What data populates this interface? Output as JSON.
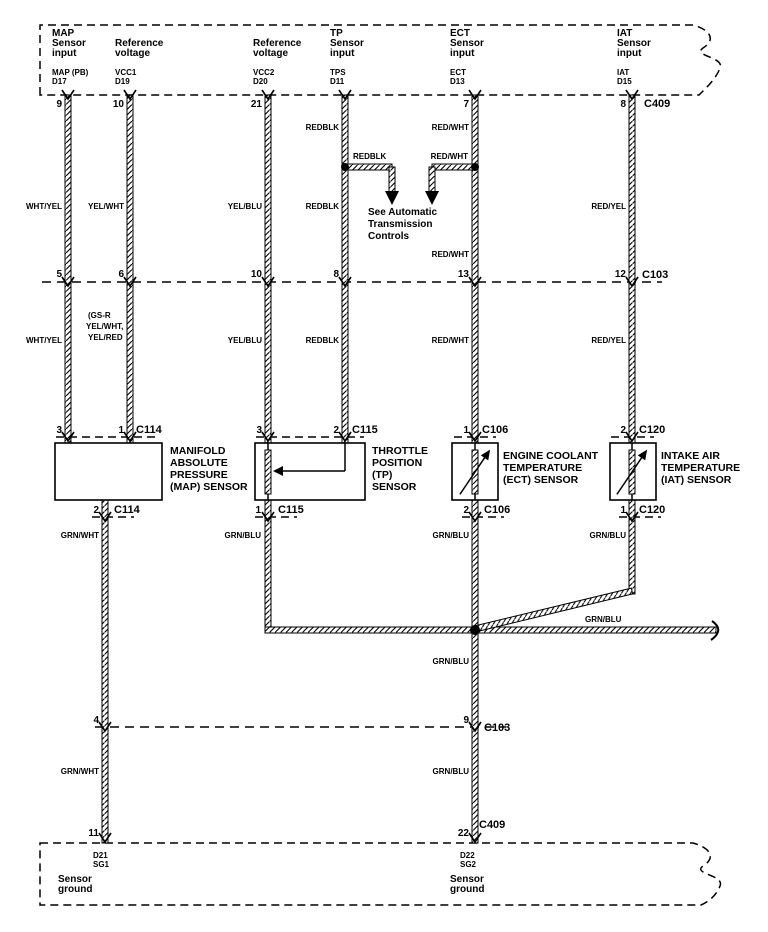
{
  "palette": {
    "ink": "#000000",
    "paper": "#ffffff"
  },
  "top_band": {
    "connector": "C409",
    "col_map": {
      "t1": "MAP",
      "t2": "Sensor",
      "t3": "input",
      "code1": "MAP (PB)",
      "code2": "D17",
      "pin": "9"
    },
    "col_vcc1": {
      "t2": "Reference",
      "t3": "voltage",
      "code1": "VCC1",
      "code2": "D19",
      "pin": "10"
    },
    "col_vcc2": {
      "t2": "Reference",
      "t3": "voltage",
      "code1": "VCC2",
      "code2": "D20",
      "pin": "21"
    },
    "col_tps": {
      "t1": "TP",
      "t2": "Sensor",
      "t3": "input",
      "code1": "TPS",
      "code2": "D11"
    },
    "col_ect": {
      "t1": "ECT",
      "t2": "Sensor",
      "t3": "input",
      "code1": "ECT",
      "code2": "D13",
      "pin": "7"
    },
    "col_iat": {
      "t1": "IAT",
      "t2": "Sensor",
      "t3": "input",
      "code1": "IAT",
      "code2": "D15",
      "pin": "8"
    }
  },
  "wire_colors": {
    "map_in": "WHT/YEL",
    "vcc1": "YEL/WHT",
    "vcc1_lower1": "(GS-R",
    "vcc1_lower2": "YEL/WHT,",
    "vcc1_lower3": "YEL/RED",
    "vcc2": "YEL/BLU",
    "tps": "REDBLK",
    "ect": "RED/WHT",
    "iat": "RED/YEL",
    "map_out": "GRN/WHT",
    "tp_out": "GRN/BLU",
    "ect_out": "GRN/BLU",
    "iat_out": "GRN/BLU",
    "ground_bus": "GRN/BLU"
  },
  "note": {
    "line1": "See Automatic",
    "line2": "Transmission",
    "line3": "Controls"
  },
  "c103": {
    "label": "C103",
    "pin_map": "5",
    "pin_vcc1": "6",
    "pin_vcc2": "10",
    "pin_tps": "8",
    "pin_ect": "13",
    "pin_iat": "12"
  },
  "c103_lower": {
    "label": "C103",
    "pin_map": "4",
    "pin_ect": "9"
  },
  "c409_lower": {
    "label": "C409",
    "pin_map": "11",
    "pin_ect": "22"
  },
  "sensor_connectors": {
    "c114": {
      "label": "C114",
      "pin_in1": "3",
      "pin_in2": "1",
      "pin_out": "2"
    },
    "c115": {
      "label": "C115",
      "pin_in1": "3",
      "pin_in2": "2",
      "pin_out": "1"
    },
    "c106": {
      "label": "C106",
      "pin_in": "1",
      "pin_out": "2"
    },
    "c120": {
      "label": "C120",
      "pin_in": "2",
      "pin_out": "1"
    }
  },
  "sensors": {
    "map": {
      "l1": "MANIFOLD",
      "l2": "ABSOLUTE",
      "l3": "PRESSURE",
      "l4": "(MAP) SENSOR"
    },
    "tp": {
      "l1": "THROTTLE",
      "l2": "POSITION",
      "l3": "(TP)",
      "l4": "SENSOR"
    },
    "ect": {
      "l1": "ENGINE COOLANT",
      "l2": "TEMPERATURE",
      "l3": "(ECT) SENSOR"
    },
    "iat": {
      "l1": "INTAKE AIR",
      "l2": "TEMPERATURE",
      "l3": "(IAT) SENSOR"
    }
  },
  "grounds": {
    "left": {
      "code1": "D21",
      "code2": "SG1",
      "l1": "Sensor",
      "l2": "ground"
    },
    "right": {
      "code1": "D22",
      "code2": "SG2",
      "l1": "Sensor",
      "l2": "ground"
    }
  }
}
